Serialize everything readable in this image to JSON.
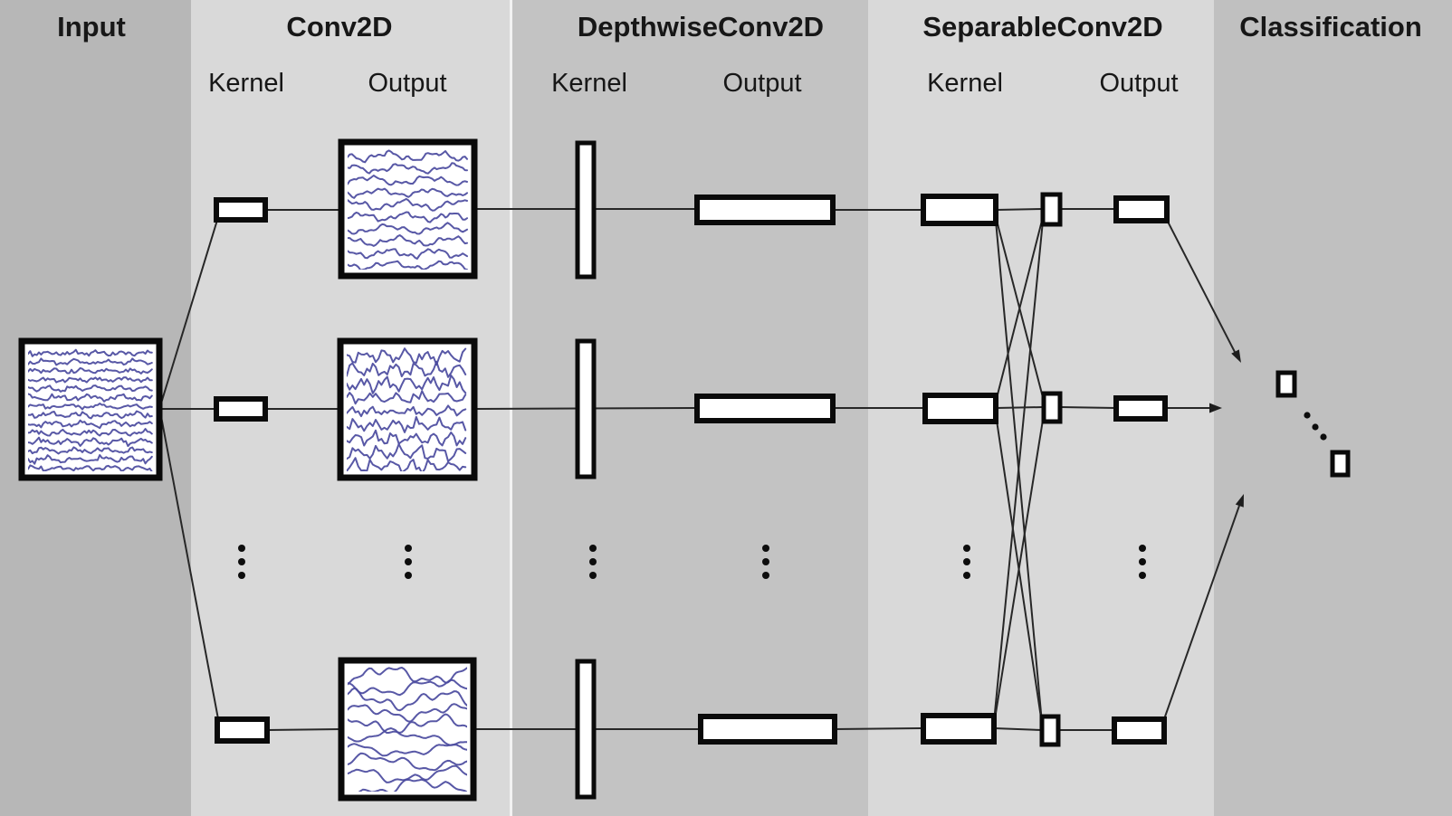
{
  "columns": {
    "input": {
      "label": "Input"
    },
    "conv2d": {
      "label": "Conv2D",
      "kernel_label": "Kernel",
      "output_label": "Output"
    },
    "depthwise_conv2d": {
      "label": "DepthwiseConv2D",
      "kernel_label": "Kernel",
      "output_label": "Output"
    },
    "separable_conv2d": {
      "label": "SeparableConv2D",
      "kernel_label": "Kernel",
      "output_label": "Output"
    },
    "classification": {
      "label": "Classification"
    }
  },
  "colors": {
    "input_column_bg": "#b7b7b7",
    "conv2d_column_bg": "#d9d9d9",
    "column_divider": "#f2f2f2",
    "depthwise_column_bg": "#c3c3c3",
    "separable_column_bg": "#d9d9d9",
    "classification_column_bg": "#c0c0c0",
    "box_fill": "#ffffff",
    "box_border": "#0a0a0a",
    "connector": "#272727",
    "eeg_stroke": "#4a4a9e"
  },
  "eeg_images": {
    "input": {
      "channels": 14,
      "style": "noisy",
      "amplitude": 2.8,
      "frequency": 0.21,
      "noise": 1.5,
      "seed": 7
    },
    "conv_output_1": {
      "channels": 10,
      "style": "wavy",
      "amplitude": 5.2,
      "frequency": 0.11,
      "noise": 0.6,
      "seed": 11
    },
    "conv_output_2": {
      "channels": 9,
      "style": "jagged",
      "amplitude": 6.8,
      "frequency": 0.27,
      "noise": 2.4,
      "seed": 23
    },
    "conv_output_3": {
      "channels": 10,
      "style": "smooth",
      "amplitude": 9.0,
      "frequency": 0.055,
      "noise": 0.25,
      "seed": 31
    }
  }
}
